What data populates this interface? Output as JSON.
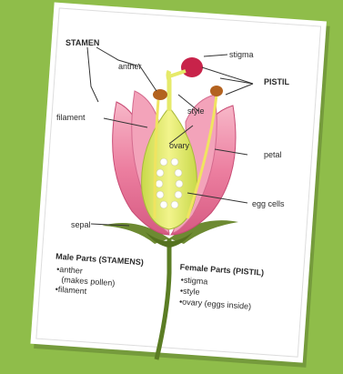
{
  "labels": {
    "stamen": "STAMEN",
    "anther": "anther",
    "filament": "filament",
    "stigma": "stigma",
    "pistil": "PISTIL",
    "style": "style",
    "ovary": "ovary",
    "petal": "petal",
    "egg_cells": "egg cells",
    "sepal": "sepal"
  },
  "male_parts": {
    "heading": "Male Parts (STAMENS)",
    "items": [
      "•anther",
      "(makes pollen)",
      "•filament"
    ]
  },
  "female_parts": {
    "heading": "Female Parts (PISTIL)",
    "items": [
      "•stigma",
      "•style",
      "•ovary (eggs inside)"
    ]
  },
  "colors": {
    "background": "#8fbd4a",
    "card": "#ffffff",
    "petal": "#e8789a",
    "ovary": "#dfe86a",
    "stigma": "#c8234a",
    "anther": "#b3621f",
    "stem": "#5b7d24",
    "sepal": "#6d8a32"
  }
}
